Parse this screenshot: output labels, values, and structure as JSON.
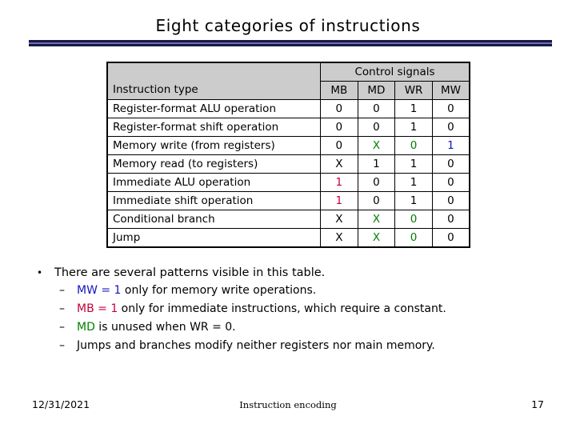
{
  "slide": {
    "title": "Eight categories of instructions"
  },
  "table": {
    "group_header": "Control signals",
    "type_header": "Instruction type",
    "signal_headers": [
      "MB",
      "MD",
      "WR",
      "MW"
    ],
    "rows": [
      {
        "type": "Register-format ALU operation",
        "cells": [
          {
            "text": "0",
            "color": "black"
          },
          {
            "text": "0",
            "color": "black"
          },
          {
            "text": "1",
            "color": "black"
          },
          {
            "text": "0",
            "color": "black"
          }
        ]
      },
      {
        "type": "Register-format shift operation",
        "cells": [
          {
            "text": "0",
            "color": "black"
          },
          {
            "text": "0",
            "color": "black"
          },
          {
            "text": "1",
            "color": "black"
          },
          {
            "text": "0",
            "color": "black"
          }
        ]
      },
      {
        "type": "Memory write (from registers)",
        "cells": [
          {
            "text": "0",
            "color": "black"
          },
          {
            "text": "X",
            "color": "green"
          },
          {
            "text": "0",
            "color": "green"
          },
          {
            "text": "1",
            "color": "blue"
          }
        ]
      },
      {
        "type": "Memory read (to registers)",
        "cells": [
          {
            "text": "X",
            "color": "black"
          },
          {
            "text": "1",
            "color": "black"
          },
          {
            "text": "1",
            "color": "black"
          },
          {
            "text": "0",
            "color": "black"
          }
        ]
      },
      {
        "type": "Immediate ALU operation",
        "cells": [
          {
            "text": "1",
            "color": "red"
          },
          {
            "text": "0",
            "color": "black"
          },
          {
            "text": "1",
            "color": "black"
          },
          {
            "text": "0",
            "color": "black"
          }
        ]
      },
      {
        "type": "Immediate shift operation",
        "cells": [
          {
            "text": "1",
            "color": "red"
          },
          {
            "text": "0",
            "color": "black"
          },
          {
            "text": "1",
            "color": "black"
          },
          {
            "text": "0",
            "color": "black"
          }
        ]
      },
      {
        "type": "Conditional branch",
        "cells": [
          {
            "text": "X",
            "color": "black"
          },
          {
            "text": "X",
            "color": "green"
          },
          {
            "text": "0",
            "color": "green"
          },
          {
            "text": "0",
            "color": "black"
          }
        ]
      },
      {
        "type": "Jump",
        "cells": [
          {
            "text": "X",
            "color": "black"
          },
          {
            "text": "X",
            "color": "green"
          },
          {
            "text": "0",
            "color": "green"
          },
          {
            "text": "0",
            "color": "black"
          }
        ]
      }
    ]
  },
  "bullets": {
    "marker_level1": "•",
    "marker_level2": "–",
    "level1_text": "There are several patterns visible in this table.",
    "sub_items": [
      {
        "highlight": "MW = 1",
        "highlight_color": "blue",
        "rest": " only for memory write operations."
      },
      {
        "highlight": "MB = 1",
        "highlight_color": "red",
        "rest": " only for immediate instructions, which require a constant."
      },
      {
        "highlight": "MD",
        "highlight_color": "green",
        "rest": " is unused when WR = 0."
      },
      {
        "highlight": "",
        "highlight_color": "black",
        "rest": "Jumps and branches modify neither registers nor main memory."
      }
    ]
  },
  "footer": {
    "date": "12/31/2021",
    "center": "Instruction encoding",
    "page": "17"
  },
  "colors": {
    "green": "#008000",
    "blue": "#1515c0",
    "red": "#c3003c",
    "black": "#000000",
    "rule_outer": "#17174a",
    "rule_inner": "#6f6fa8",
    "header_fill": "#cccccc"
  }
}
